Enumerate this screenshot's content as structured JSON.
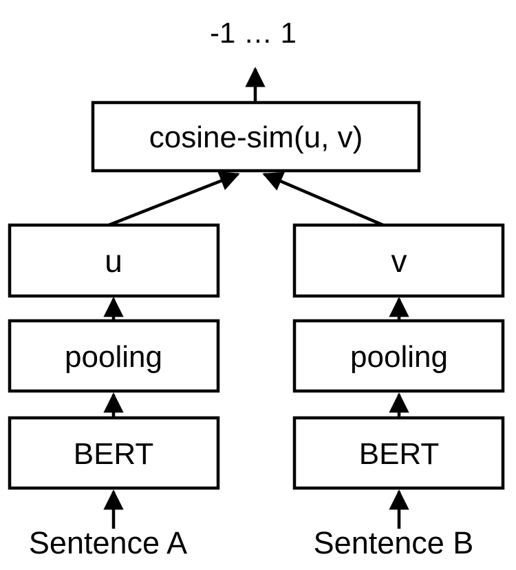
{
  "diagram": {
    "output_label": "-1 … 1",
    "similarity_box_label": "cosine-sim(u, v)",
    "left_branch": {
      "embedding_label": "u",
      "pooling_label": "pooling",
      "encoder_label": "BERT",
      "input_label": "Sentence A"
    },
    "right_branch": {
      "embedding_label": "v",
      "pooling_label": "pooling",
      "encoder_label": "BERT",
      "input_label": "Sentence B"
    },
    "colors": {
      "stroke": "#000000",
      "background": "#ffffff",
      "box_fill": "#ffffff"
    }
  }
}
